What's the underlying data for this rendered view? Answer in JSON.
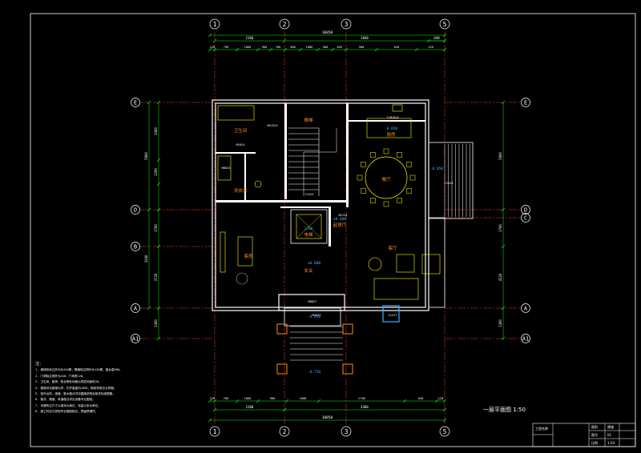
{
  "drawing": {
    "title": "一层平面图 1:50",
    "colors": {
      "background": "#000000",
      "axis": "#ff2d2d",
      "wall": "#ffffff",
      "furniture": "#ffff00",
      "dimension": "#00ff00",
      "label": "#ff8c1a",
      "level": "#3ab0ff",
      "column": "#ff8c1a",
      "frame": "#ffffff"
    },
    "top_axes": [
      "1",
      "2",
      "3",
      "5"
    ],
    "bottom_axes": [
      "1",
      "2",
      "3",
      "5"
    ],
    "left_axes": [
      "E",
      "D",
      "B",
      "A",
      "A1"
    ],
    "right_axes": [
      "E",
      "D",
      "C",
      "A",
      "A1"
    ],
    "dims_top_overall": "10850",
    "dims_top_row2": [
      "2360",
      "3840",
      "840"
    ],
    "dims_top_row3": [
      "120",
      "790",
      "1060",
      "900",
      "760",
      "900",
      "1000",
      "900",
      "200",
      "900",
      "640",
      "120"
    ],
    "dims_bottom_overall": "10850",
    "dims_bottom_row2": [
      "2360",
      "4480"
    ],
    "dims_bottom_row3": [
      "120",
      "760",
      "1060",
      "900",
      "1000",
      "2790",
      "640",
      "120"
    ],
    "dims_left_outer": [
      "5800",
      "3240"
    ],
    "dims_left_inner": [
      "3300",
      "1200",
      "1700",
      "3720",
      "1300"
    ],
    "dims_right": [
      "5800",
      "1700",
      "4120",
      "1300"
    ],
    "rooms": [
      {
        "name": "卫生间",
        "level": ""
      },
      {
        "name": "厨房",
        "level": "-0.050"
      },
      {
        "name": "餐厅",
        "level": ""
      },
      {
        "name": "客房",
        "level": ""
      },
      {
        "name": "楼梯",
        "level": ""
      },
      {
        "name": "电梯",
        "level": "1700"
      },
      {
        "name": "起居厅",
        "level": "±0.000"
      },
      {
        "name": "玄关",
        "level": ""
      },
      {
        "name": "客厅",
        "level": ""
      },
      {
        "name": "洗衣房",
        "level": ""
      }
    ],
    "door_tags": [
      "M0824",
      "M1024",
      "M2124",
      "M0827",
      "M1627",
      "C1227",
      "C2424",
      "C1524",
      "TLM1824",
      "DK1524"
    ],
    "levels": [
      "-0.050",
      "-0.450",
      "-0.750",
      "±0.000"
    ],
    "notes": [
      "注：",
      "1. 墙体除标注外均为240厚，隔墙除注明外为120厚，窗台高900。",
      "2. 门洞除注明外为240，门垛宽120。",
      "3. 卫生间、厨房、阳台等处地面比同层地面低20。",
      "4. 楼梯详见楼梯大样，栏杆高度为1050，梯段净宽见大样图。",
      "5. 室外台阶、坡道、散水做法详见建施说明及相关标准图集。",
      "6. 管井、烟道、风道做法详见设备专业图纸。",
      "7. 本图所注尺寸以毫米为单位，标高以米为单位。",
      "8. 施工时应与其他专业图纸配合，预留预埋件。"
    ],
    "title_block": {
      "labels": [
        "图别",
        "图号",
        "比例"
      ],
      "values": [
        "建施",
        "01",
        "1:50"
      ],
      "left_label": "工程名称"
    }
  }
}
